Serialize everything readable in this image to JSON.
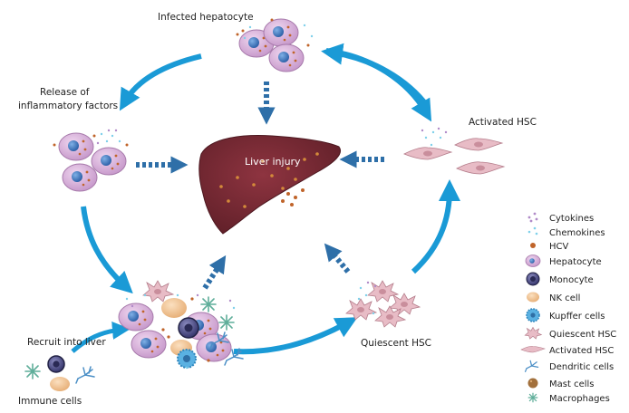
{
  "labels": {
    "infected_hepatocyte": "Infected hepatocyte",
    "release_line1": "Release of",
    "release_line2": "inflammatory factors",
    "activated_hsc": "Activated HSC",
    "liver_injury": "Liver injury",
    "quiescent_hsc": "Quiescent HSC",
    "recruit_into_liver": "Recruit into liver",
    "immune_cells": "Immune cells"
  },
  "legend": [
    {
      "label": "Cytokines",
      "icon": "cytokines-icon"
    },
    {
      "label": "Chemokines",
      "icon": "chemokines-icon"
    },
    {
      "label": "HCV",
      "icon": "hcv-icon"
    },
    {
      "label": "Hepatocyte",
      "icon": "hepatocyte-icon"
    },
    {
      "label": "Monocyte",
      "icon": "monocyte-icon"
    },
    {
      "label": "NK cell",
      "icon": "nk-cell-icon"
    },
    {
      "label": "Kupffer cells",
      "icon": "kupffer-cell-icon"
    },
    {
      "label": "Quiescent HSC",
      "icon": "quiescent-hsc-icon"
    },
    {
      "label": "Activated HSC",
      "icon": "activated-hsc-icon"
    },
    {
      "label": "Dendritic cells",
      "icon": "dendritic-cell-icon"
    },
    {
      "label": "Mast cells",
      "icon": "mast-cell-icon"
    },
    {
      "label": "Macrophages",
      "icon": "macrophage-icon"
    }
  ],
  "colors": {
    "cycle_arrow": "#1a9ad6",
    "dashed_arrow": "#2e6fa8",
    "liver": "#7a2a34",
    "hepatocyte": "#d7b2d9",
    "nucleus": "#3a6fb7",
    "hsc": "#e8bcc6",
    "hcv": "#c0642a",
    "nk": "#f2c596",
    "monocyte": "#4a4a86",
    "kupffer": "#5ab1e2"
  }
}
